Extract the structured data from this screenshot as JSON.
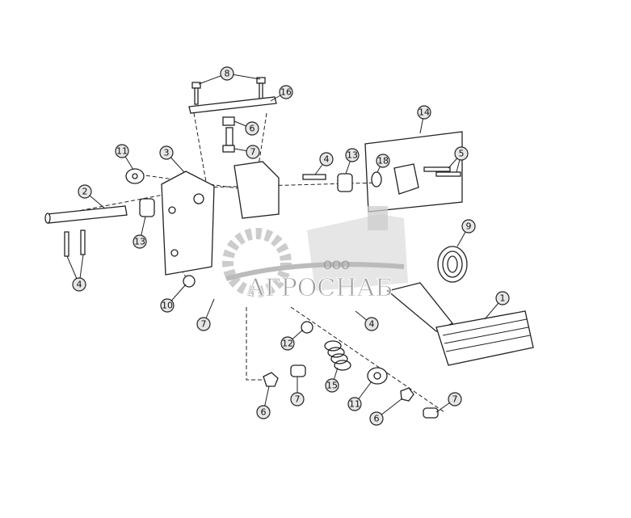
{
  "callouts": [
    "8",
    "16",
    "6",
    "7",
    "3",
    "11",
    "2",
    "13",
    "4",
    "10",
    "7",
    "4",
    "13",
    "18",
    "14",
    "5",
    "9",
    "1",
    "4",
    "12",
    "15",
    "11",
    "6",
    "7",
    "6",
    "7"
  ],
  "watermark": {
    "small": "ООО",
    "name": "АГРОСНАБ"
  }
}
